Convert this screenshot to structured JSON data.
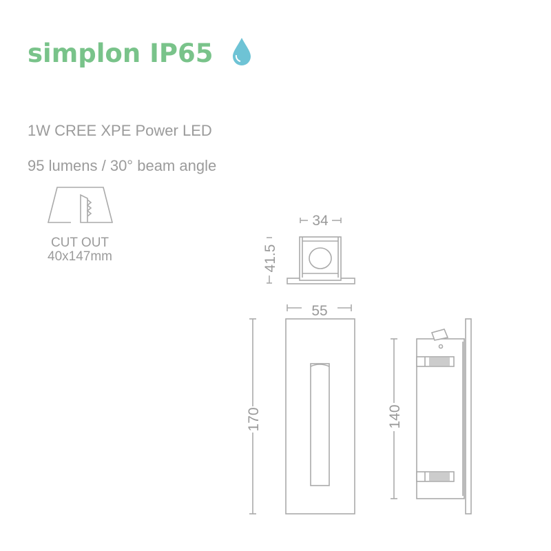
{
  "header": {
    "title": "simplon IP65",
    "icon": "water-drop-icon",
    "colors": {
      "title": "#79c38a",
      "drop": "#6ec3d5",
      "text": "#9b9b9b"
    }
  },
  "specs": {
    "led": "1W CREE XPE Power LED",
    "output": "95 lumens / 30° beam angle"
  },
  "cutout": {
    "icon": "cutout-icon",
    "label": "CUT OUT",
    "size": "40x147mm"
  },
  "dimensions": {
    "top_width": "34",
    "top_depth": "41.5",
    "front_width": "55",
    "front_height": "170",
    "side_height": "140"
  }
}
